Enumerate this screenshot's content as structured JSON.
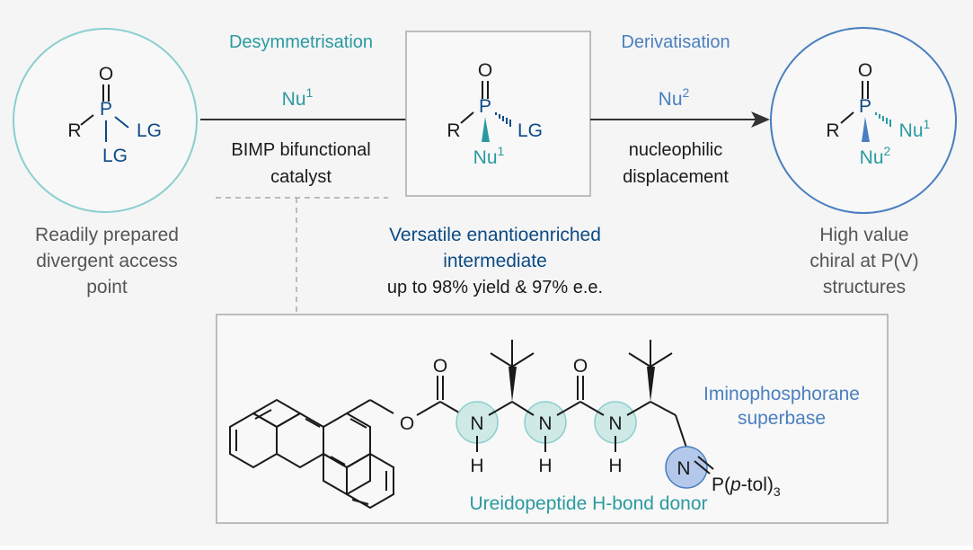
{
  "colors": {
    "background": "#f5f5f5",
    "teal": "#2a9aa0",
    "blue": "#4a7fc0",
    "navy": "#0c4a86",
    "text": "#1a1a1a",
    "grey_text": "#555555"
  },
  "atoms": {
    "O": "O",
    "P": "P",
    "R": "R",
    "LG": "LG",
    "Nu": "Nu",
    "N": "N",
    "H": "H",
    "sup1": "1",
    "sup2": "2",
    "P_tol": "P(",
    "p": "p",
    "tol": "-tol)",
    "sub3": "3"
  },
  "step1": {
    "title": "Desymmetrisation",
    "reagent_sup": "1",
    "condition_line1": "BIMP bifunctional",
    "condition_line2": "catalyst"
  },
  "step2": {
    "title": "Derivatisation",
    "reagent_sup": "2",
    "condition_line1": "nucleophilic",
    "condition_line2": "displacement"
  },
  "left_caption": [
    "Readily prepared",
    "divergent access",
    "point"
  ],
  "middle_caption": {
    "line1": "Versatile enantioenriched",
    "line2": "intermediate",
    "line3": "up to 98% yield & 97% e.e."
  },
  "right_caption": [
    "High value",
    "chiral at P(V)",
    "structures"
  ],
  "catalyst": {
    "superbase_line1": "Iminophosphorane",
    "superbase_line2": "superbase",
    "donor_label": "Ureidopeptide H-bond donor"
  }
}
